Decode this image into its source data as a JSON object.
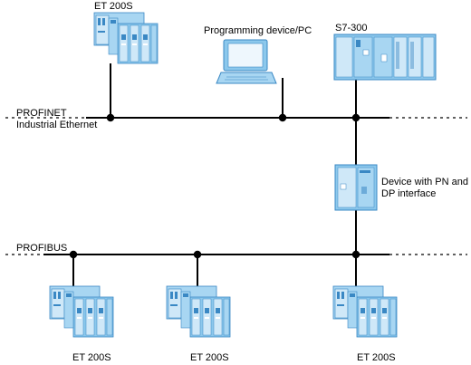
{
  "networks": {
    "profinet": {
      "label": "PROFINET",
      "sublabel": "Industrial Ethernet"
    },
    "profibus": {
      "label": "PROFIBUS"
    }
  },
  "devices": {
    "et200s_top": {
      "label": "ET 200S"
    },
    "programming_device": {
      "label": "Programming device/PC"
    },
    "s7_300": {
      "label": "S7-300"
    },
    "pn_dp_device": {
      "label_line1": "Device with PN and",
      "label_line2": "DP interface"
    },
    "et200s_bottom_left": {
      "label": "ET 200S"
    },
    "et200s_bottom_mid": {
      "label": "ET 200S"
    },
    "et200s_bottom_right": {
      "label": "ET 200S"
    }
  },
  "colors": {
    "device_fill": "#8cc8ec",
    "device_dark": "#3a88c4",
    "device_light": "#cfe8f8",
    "line": "#000000"
  }
}
